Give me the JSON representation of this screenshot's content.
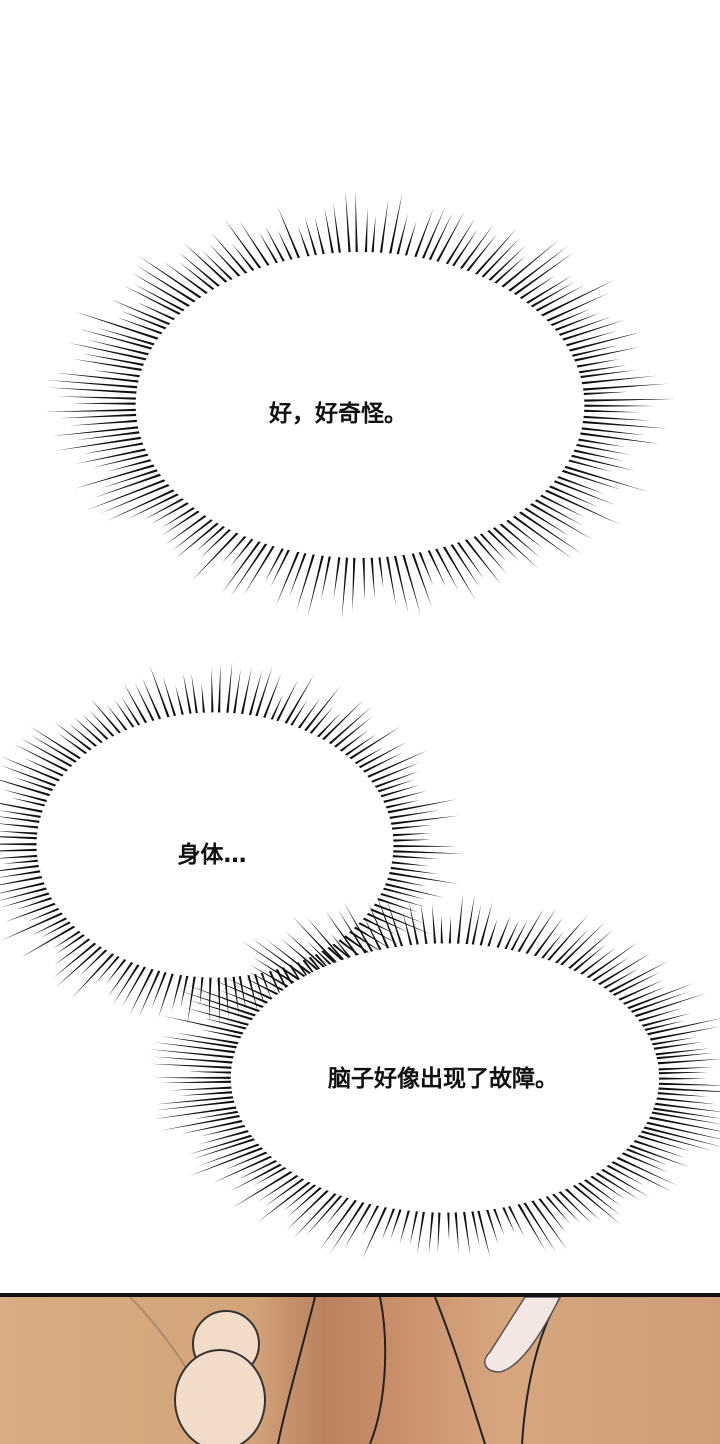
{
  "bubbles": [
    {
      "text": "好，好奇怪。"
    },
    {
      "text": "身体…"
    },
    {
      "text": "脑子好像出现了故障。"
    }
  ],
  "colors": {
    "ink": "#111111",
    "skin": "#d6a67f",
    "shadow": "#b9815e"
  }
}
